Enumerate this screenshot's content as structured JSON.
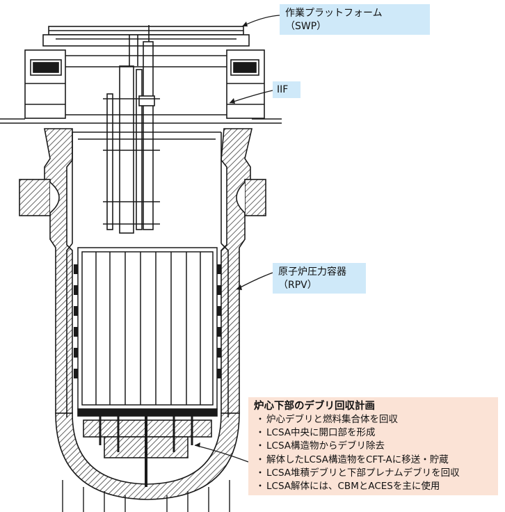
{
  "callouts": {
    "swp": {
      "line1": "作業プラットフォーム",
      "line2": "（SWP）"
    },
    "iif": {
      "label": "IIF"
    },
    "rpv": {
      "line1": "原子炉圧力容器",
      "line2": "（RPV）"
    }
  },
  "plan": {
    "title": "炉心下部のデブリ回収計画",
    "bullet_glyph": "・",
    "items": [
      "炉心デブリと燃料集合体を回収",
      "LCSA中央に開口部を形成",
      "LCSA構造物からデブリ除去",
      "解体したLCSA構造物をCFT-Aに移送・貯蔵",
      "LCSA堆積デブリと下部プレナムデブリを回収",
      "LCSA解体には、CBMとACESを主に使用"
    ]
  },
  "colors": {
    "callout_bg": "#cfe9f9",
    "plan_bg": "#fbe3d6",
    "line": "#1a1a1a"
  }
}
